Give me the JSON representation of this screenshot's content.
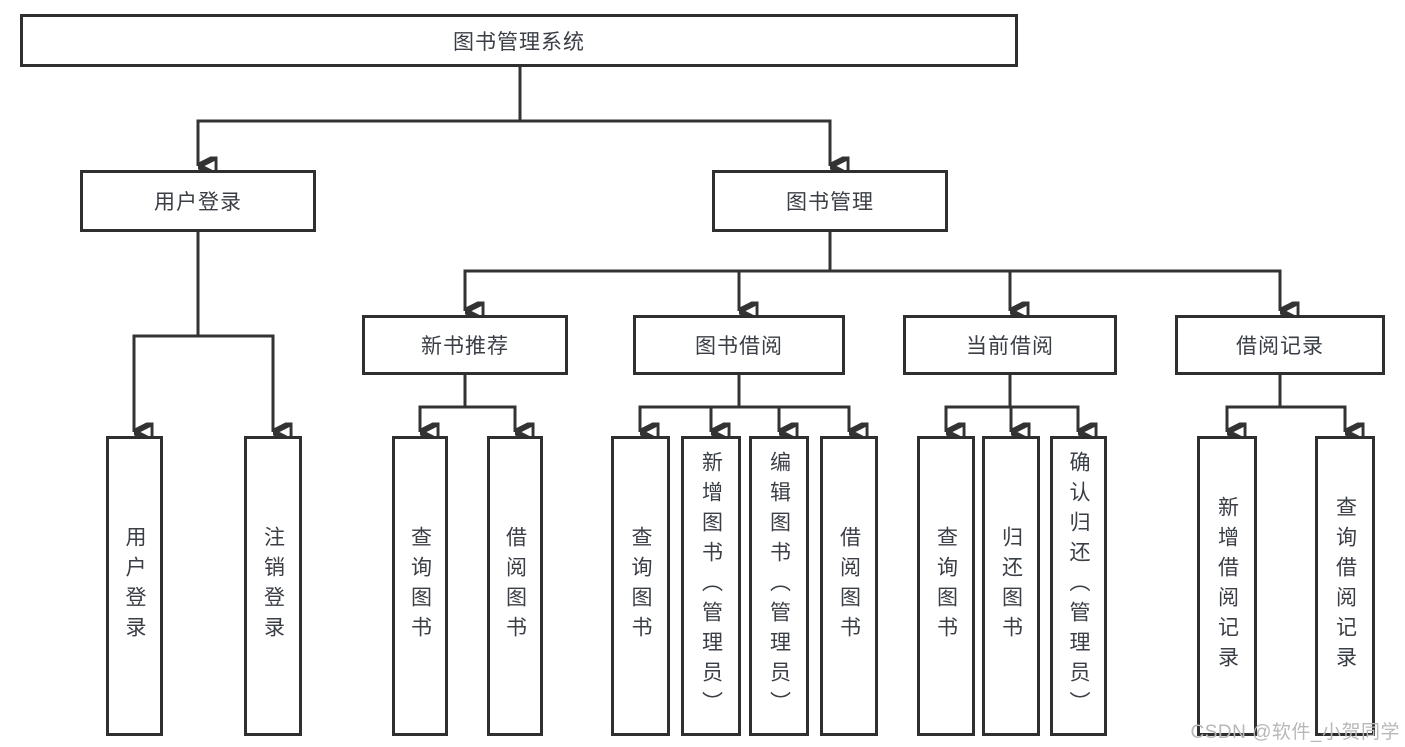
{
  "diagram_title": "图书管理系统",
  "watermark": "CSDN @软件_小贺同学",
  "colors": {
    "line": "#333333",
    "box_border": "#2f2f2f",
    "text": "#3a3e45",
    "watermark": "#b8b8b8",
    "background": "#ffffff"
  },
  "root": {
    "label": "图书管理系统"
  },
  "branches": [
    {
      "label": "用户登录",
      "children": [
        {
          "label": "用户登录"
        },
        {
          "label": "注销登录"
        }
      ]
    },
    {
      "label": "图书管理",
      "groups": [
        {
          "label": "新书推荐",
          "children": [
            {
              "label": "查询图书"
            },
            {
              "label": "借阅图书"
            }
          ]
        },
        {
          "label": "图书借阅",
          "children": [
            {
              "label": "查询图书"
            },
            {
              "label": "新增图书（管理员）"
            },
            {
              "label": "编辑图书（管理员）"
            },
            {
              "label": "借阅图书"
            }
          ]
        },
        {
          "label": "当前借阅",
          "children": [
            {
              "label": "查询图书"
            },
            {
              "label": "归还图书"
            },
            {
              "label": "确认归还（管理员）"
            }
          ]
        },
        {
          "label": "借阅记录",
          "children": [
            {
              "label": "新增借阅记录"
            },
            {
              "label": "查询借阅记录"
            }
          ]
        }
      ]
    }
  ]
}
